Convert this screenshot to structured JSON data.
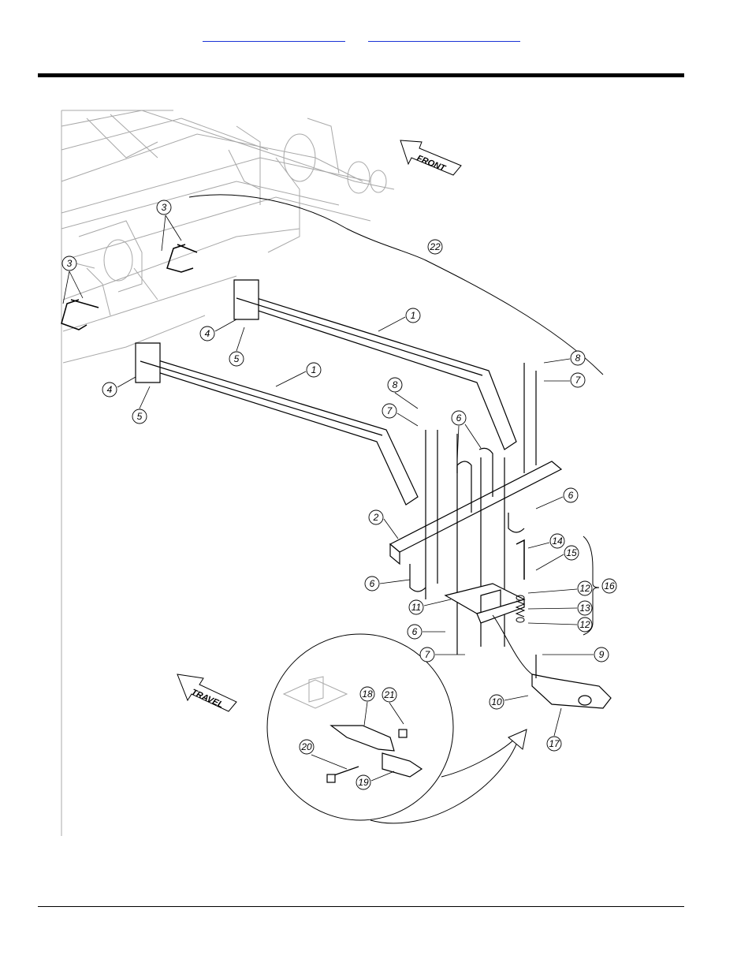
{
  "header": {
    "link_a": "",
    "link_b": ""
  },
  "diagram": {
    "direction_front": "FRONT",
    "direction_travel": "TRAVEL",
    "callouts": [
      {
        "id": "c3a",
        "num": "3"
      },
      {
        "id": "c3b",
        "num": "3"
      },
      {
        "id": "c22",
        "num": "22"
      },
      {
        "id": "c1a",
        "num": "1"
      },
      {
        "id": "c1b",
        "num": "1"
      },
      {
        "id": "c4a",
        "num": "4"
      },
      {
        "id": "c5a",
        "num": "5"
      },
      {
        "id": "c4b",
        "num": "4"
      },
      {
        "id": "c5b",
        "num": "5"
      },
      {
        "id": "c8a",
        "num": "8"
      },
      {
        "id": "c7a",
        "num": "7"
      },
      {
        "id": "c8b",
        "num": "8"
      },
      {
        "id": "c7b",
        "num": "7"
      },
      {
        "id": "c6a",
        "num": "6"
      },
      {
        "id": "c6b",
        "num": "6"
      },
      {
        "id": "c2",
        "num": "2"
      },
      {
        "id": "c14",
        "num": "14"
      },
      {
        "id": "c15",
        "num": "15"
      },
      {
        "id": "c6c",
        "num": "6"
      },
      {
        "id": "c12a",
        "num": "12"
      },
      {
        "id": "c16",
        "num": "16"
      },
      {
        "id": "c11",
        "num": "11"
      },
      {
        "id": "c13",
        "num": "13"
      },
      {
        "id": "c12b",
        "num": "12"
      },
      {
        "id": "c6d",
        "num": "6"
      },
      {
        "id": "c7c",
        "num": "7"
      },
      {
        "id": "c9",
        "num": "9"
      },
      {
        "id": "c18",
        "num": "18"
      },
      {
        "id": "c21",
        "num": "21"
      },
      {
        "id": "c10",
        "num": "10"
      },
      {
        "id": "c20",
        "num": "20"
      },
      {
        "id": "c17",
        "num": "17"
      },
      {
        "id": "c19",
        "num": "19"
      }
    ]
  }
}
